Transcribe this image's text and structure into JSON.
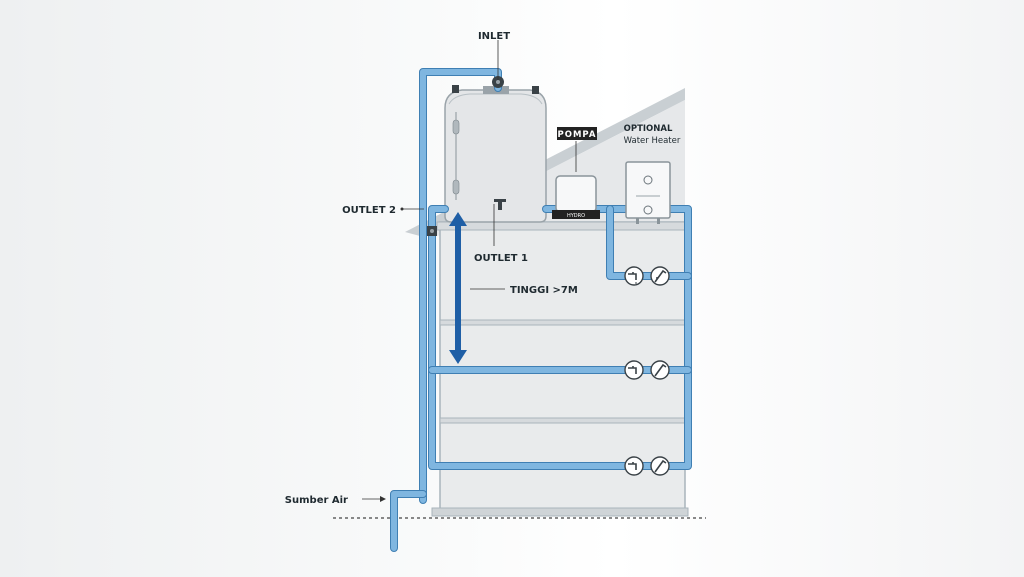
{
  "labels": {
    "inlet": "INLET",
    "outlet2": "OUTLET 2",
    "outlet1": "OUTLET 1",
    "pompa": "POMPA",
    "optional": "OPTIONAL",
    "water_heater": "Water Heater",
    "tinggi": "TINGGI >7M",
    "sumber_air": "Sumber Air",
    "pump_brand": "HYDRO"
  },
  "colors": {
    "pipe": "#7fb6e0",
    "pipe_outline": "#3f7fb3",
    "height_arrow": "#1f5fa6",
    "building_fill": "#e8eaeb",
    "building_line": "#a9b4bb"
  },
  "icons": [
    "faucet-icon",
    "shower-icon"
  ]
}
